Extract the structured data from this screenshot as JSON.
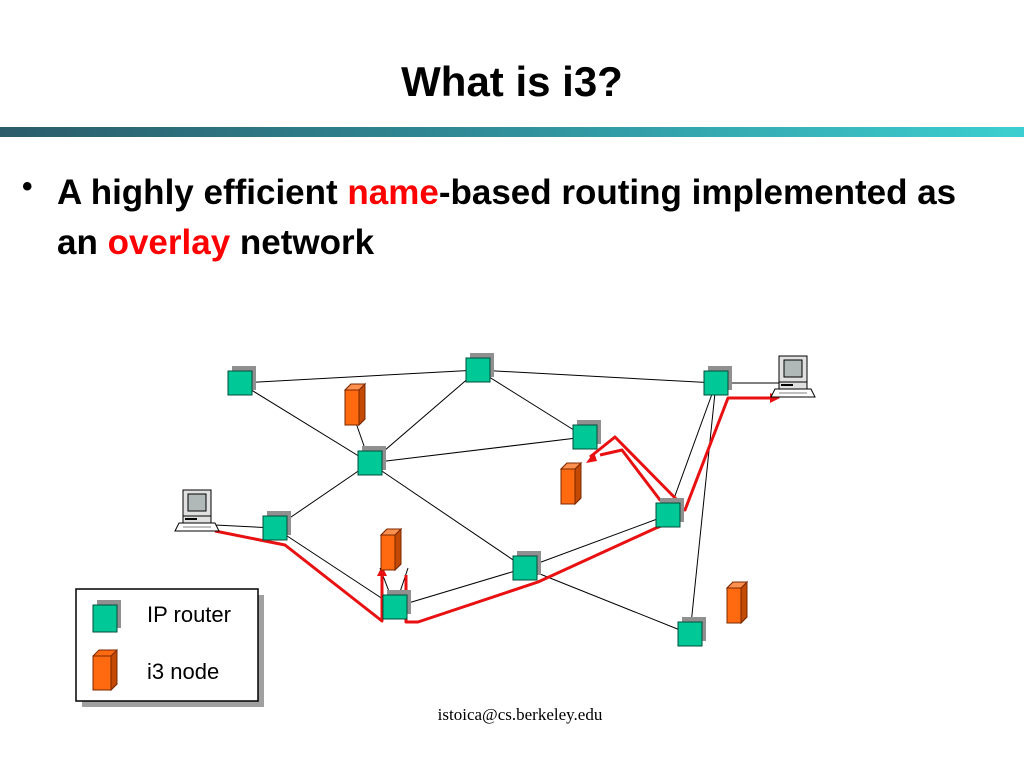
{
  "slide": {
    "title": "What is i3?",
    "bullet": {
      "part1": "A highly efficient ",
      "highlight1": "name",
      "part2": "-based routing implemented as an ",
      "highlight2": "overlay",
      "part3": " network"
    },
    "footer": "istoica@cs.berkeley.edu"
  },
  "legend": {
    "router_label": "IP router",
    "i3_label": "i3 node"
  },
  "colors": {
    "router": "#00c896",
    "i3_node": "#ff6a10",
    "path": "#e81010",
    "link": "#000000"
  }
}
